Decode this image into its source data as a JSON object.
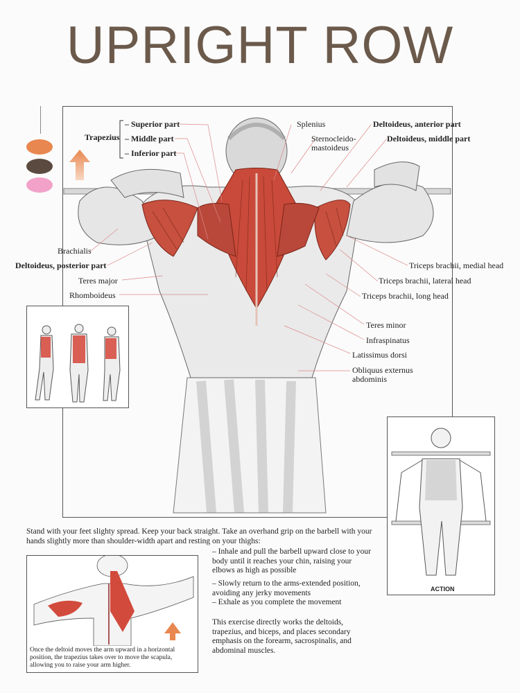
{
  "title": "UPRIGHT ROW",
  "colors": {
    "title": "#6b5a4b",
    "primary_muscle": "#e8874f",
    "secondary_muscle": "#5a4a40",
    "stabilizer_muscle": "#f2a2c8",
    "arrow": "#e8874f",
    "muscle_red": "#c94a3a"
  },
  "legend": {
    "icons": [
      "orange-oval-icon",
      "dark-brown-oval-icon",
      "pink-oval-icon",
      "up-arrow-icon"
    ]
  },
  "labels": {
    "trapezius": "Trapezius",
    "superior": "– Superior part",
    "middle": "– Middle part",
    "inferior": "– Inferior part",
    "splenius": "Splenius",
    "sterno": "Sternocleido-\nmastoideus",
    "delt_anterior": "Deltoideus, anterior part",
    "delt_middle": "Deltoideus, middle part",
    "brachialis": "Brachialis",
    "delt_posterior": "Deltoideus, posterior part",
    "teres_major": "Teres major",
    "rhomboideus": "Rhomboideus",
    "triceps_medial": "Triceps brachii, medial head",
    "triceps_lateral": "Triceps brachii, lateral head",
    "triceps_long": "Triceps brachii, long head",
    "teres_minor": "Teres minor",
    "infraspinatus": "Infraspinatus",
    "latissimus": "Latissimus dorsi",
    "obliquus": "Obliquus externus\nabdominis"
  },
  "instructions": {
    "intro": "Stand with your feet slighty spread. Keep your back straight. Take an overhand grip on the barbell with your hands slightly more than shoulder-width apart and resting on your thighs:",
    "step1": "– Inhale and pull the barbell upward close to your body until it reaches your chin, raising your elbows as high as possible",
    "step2": "– Slowly return to the arms-extended position, avoiding any jerky movements",
    "step3": "– Exhale as you complete the movement",
    "summary": "This exercise directly works the deltoids, trapezius, and biceps, and places secondary emphasis on the forearm, sacrospinalis, and abdominal muscles."
  },
  "inset_caption": "Once the deltoid moves the arm upward in a horizontal position, the trapezius takes over to move the scapula, allowing you to raise your arm higher.",
  "action_label": "ACTION"
}
